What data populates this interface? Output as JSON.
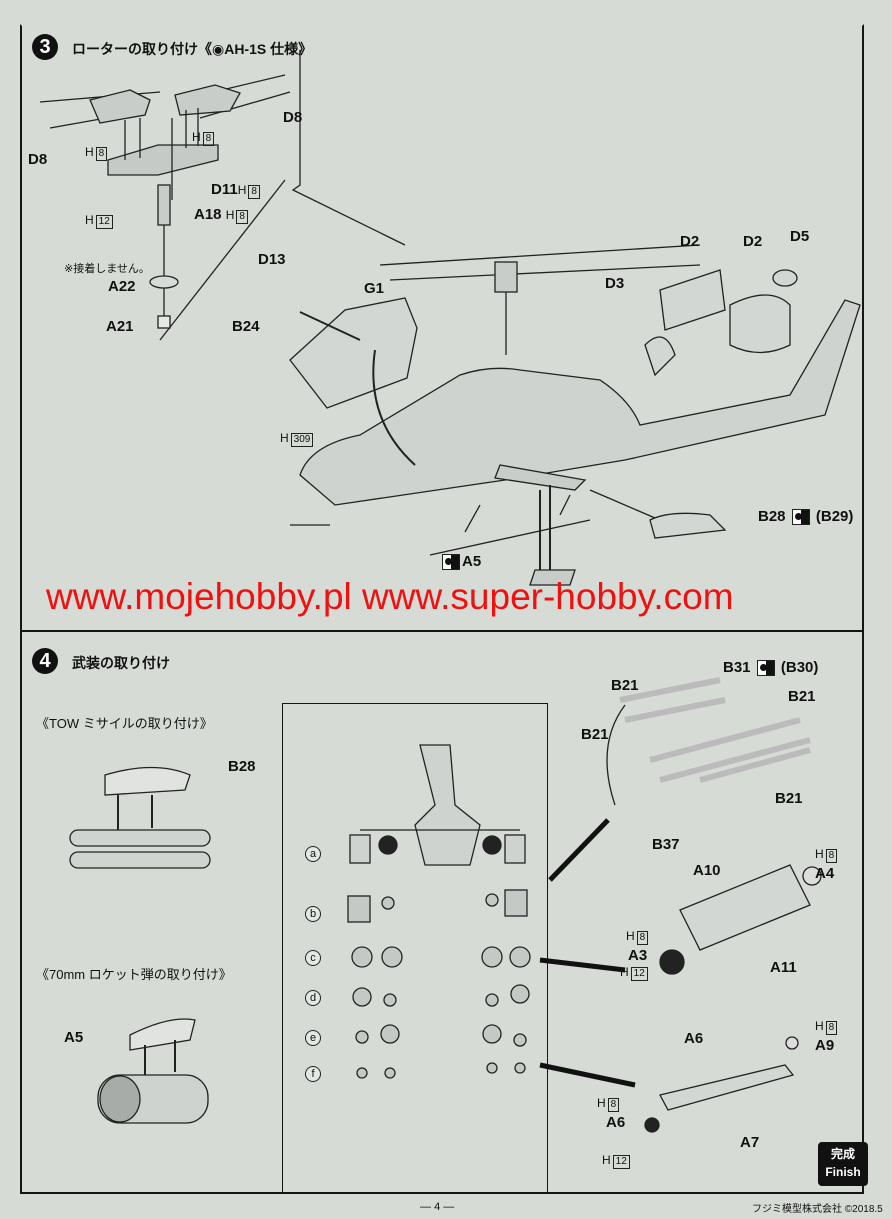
{
  "step3": {
    "number": "3",
    "title": "ローターの取り付け《◉AH-1S 仕様》",
    "note": "※接着しません。",
    "labels": {
      "d8_left": "D8",
      "d8_right": "D8",
      "h8_a": "H",
      "h8_a_box": "8",
      "h8_b": "H",
      "h8_b_box": "8",
      "d11": "D11",
      "d11_h": "H",
      "d11_box": "8",
      "h12": "H",
      "h12_box": "12",
      "a18": "A18",
      "a18_h": "H",
      "a18_box": "8",
      "a22": "A22",
      "a21": "A21",
      "d13": "D13",
      "g1": "G1",
      "b24": "B24",
      "h309": "H",
      "h309_box": "309",
      "d2_a": "D2",
      "d2_b": "D2",
      "d5": "D5",
      "d3": "D3",
      "b28": "B28",
      "b29": "(B29)",
      "a5": "A5"
    }
  },
  "watermark": "www.mojehobby.pl www.super-hobby.com",
  "step4": {
    "number": "4",
    "title": "武装の取り付け",
    "tow_heading": "《TOW ミサイルの取り付け》",
    "rocket_heading": "《70mm ロケット弾の取り付け》",
    "rows": [
      "a",
      "b",
      "c",
      "d",
      "e",
      "f"
    ],
    "labels": {
      "b28": "B28",
      "a5": "A5",
      "b21_a": "B21",
      "b31": "B31",
      "b30": "(B30)",
      "b21_b": "B21",
      "b21_c": "B21",
      "b21_d": "B21",
      "b37": "B37",
      "a4_h": "H",
      "a4_box": "8",
      "a4": "A4",
      "a10": "A10",
      "a3_h": "H",
      "a3_box": "8",
      "a3": "A3",
      "a3_h12": "H",
      "a3_h12_box": "12",
      "a11": "A11",
      "a6_top": "A6",
      "a9_h": "H",
      "a9_box": "8",
      "a9": "A9",
      "a6_h": "H",
      "a6_box": "8",
      "a6": "A6",
      "a7": "A7",
      "a6_h12": "H",
      "a6_h12_box": "12"
    },
    "finish_jp": "完成",
    "finish_en": "Finish"
  },
  "footer": {
    "page": "4",
    "copyright": "フジミ模型株式会社 ©2018.5"
  }
}
